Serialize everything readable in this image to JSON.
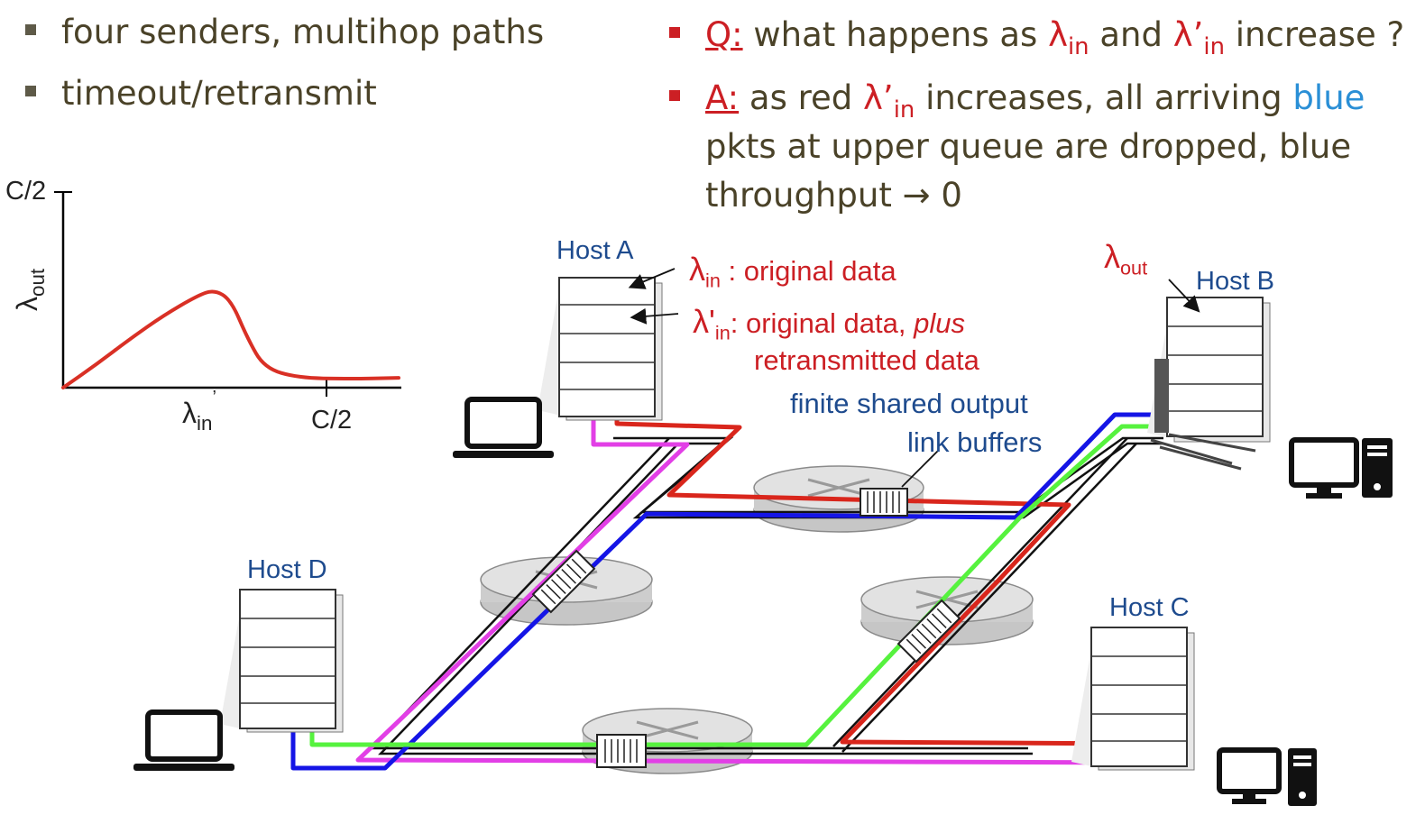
{
  "bullets_left": [
    "four senders, multihop paths",
    "timeout/retransmit"
  ],
  "question": {
    "prefix": "Q:",
    "text1": " what happens as ",
    "lambda_in": "λ",
    "in1": "in",
    "and": " and ",
    "lambda_in_prime": "λ’",
    "in2": "in",
    "text2": " increase ?"
  },
  "answer": {
    "prefix": "A:",
    "text1": " as red ",
    "lambda_prime": "λ’",
    "in": "in",
    "text2": " increases, all arriving ",
    "blue_word": "blue",
    "line2": "pkts at upper queue are dropped, blue",
    "line3": "throughput → 0"
  },
  "graph": {
    "y_top_tick": "C/2",
    "y_axis_label": "λ",
    "y_axis_sub": "out",
    "x_tick_label": "λ",
    "x_tick_sub": "in",
    "x_tick_prime": "’",
    "x_end_tick": "C/2",
    "curve_color": "#d93025",
    "curve": [
      [
        0,
        0
      ],
      [
        0.1,
        0.12
      ],
      [
        0.2,
        0.25
      ],
      [
        0.3,
        0.37
      ],
      [
        0.4,
        0.47
      ],
      [
        0.45,
        0.5
      ],
      [
        0.5,
        0.45
      ],
      [
        0.55,
        0.25
      ],
      [
        0.6,
        0.1
      ],
      [
        0.7,
        0.05
      ],
      [
        0.85,
        0.045
      ],
      [
        1.0,
        0.05
      ]
    ]
  },
  "hosts": {
    "a": "Host A",
    "b": "Host B",
    "c": "Host C",
    "d": "Host D"
  },
  "annotations": {
    "lambda_in": "λ",
    "lambda_in_sub": "in",
    "original_data": " : original data",
    "lambda_in_prime": "λ'",
    "lambda_in_prime_sub": "in",
    "original_plus": ": original data, ",
    "plus": "plus",
    "retransmitted": "retransmitted data",
    "lambda_out": "λ",
    "lambda_out_sub": "out",
    "buffer_line1": "finite shared output",
    "buffer_line2": "link buffers"
  },
  "colors": {
    "red": "#d9261c",
    "blue": "#1515e6",
    "green": "#56f23e",
    "magenta": "#e23fe6",
    "text_red": "#cc1f24",
    "text_blue": "#1e4b8e",
    "highlight_blue": "#2a8fd6"
  }
}
